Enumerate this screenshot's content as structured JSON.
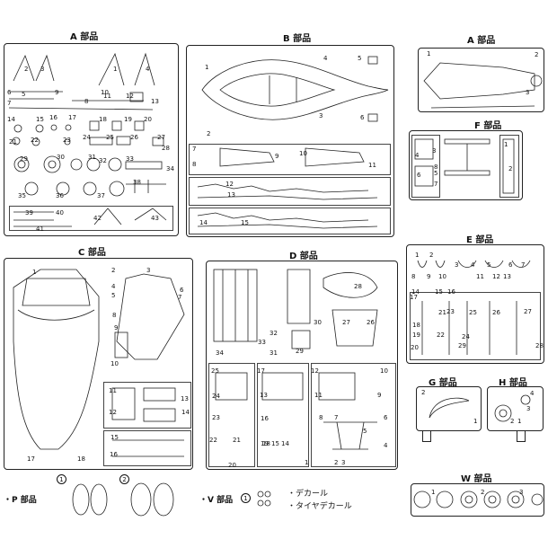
{
  "frames": {
    "a_left": {
      "title": "A 部品"
    },
    "b": {
      "title": "B 部品"
    },
    "a_right": {
      "title": "A 部品"
    },
    "f": {
      "title": "F 部品"
    },
    "c": {
      "title": "C 部品"
    },
    "d": {
      "title": "D 部品"
    },
    "e": {
      "title": "E 部品"
    },
    "g": {
      "title": "G 部品"
    },
    "h": {
      "title": "H 部品"
    },
    "w": {
      "title": "W 部品"
    }
  },
  "a_left_numbers": [
    "2",
    "3",
    "1",
    "4",
    "5",
    "6",
    "7",
    "9",
    "10",
    "8",
    "11",
    "12",
    "13",
    "14",
    "15",
    "16",
    "17",
    "18",
    "19",
    "20",
    "21",
    "22",
    "23",
    "24",
    "25",
    "26",
    "27",
    "28",
    "29",
    "30",
    "31",
    "32",
    "33",
    "34",
    "35",
    "36",
    "37",
    "38",
    "39",
    "40",
    "41",
    "42",
    "43"
  ],
  "b_numbers": [
    "1",
    "2",
    "3",
    "4",
    "5",
    "6",
    "7",
    "8",
    "9",
    "10",
    "11",
    "12",
    "13",
    "14",
    "15"
  ],
  "a_right_numbers": [
    "1",
    "2",
    "3"
  ],
  "f_numbers": [
    "1",
    "2",
    "3",
    "4",
    "5",
    "6",
    "7",
    "8"
  ],
  "c_numbers": [
    "1",
    "2",
    "3",
    "4",
    "5",
    "6",
    "7",
    "8",
    "9",
    "10",
    "11",
    "12",
    "13",
    "14",
    "15",
    "16",
    "17",
    "18"
  ],
  "d_numbers": [
    "28",
    "30",
    "32",
    "33",
    "31",
    "34",
    "27",
    "26",
    "29",
    "25",
    "24",
    "23",
    "22",
    "21",
    "20",
    "19",
    "18",
    "17",
    "16",
    "15",
    "14",
    "13",
    "12",
    "11",
    "10",
    "9",
    "8",
    "7",
    "6",
    "5",
    "4",
    "3",
    "2",
    "1"
  ],
  "e_numbers": [
    "1",
    "2",
    "3",
    "4",
    "5",
    "6",
    "7",
    "8",
    "9",
    "10",
    "11",
    "12",
    "13",
    "14",
    "15",
    "16",
    "17",
    "18",
    "19",
    "20",
    "21",
    "22",
    "23",
    "24",
    "25",
    "26",
    "27",
    "28",
    "29"
  ],
  "g_numbers": [
    "2",
    "1"
  ],
  "h_numbers": [
    "4",
    "3",
    "2",
    "1"
  ],
  "w_numbers": [
    "1",
    "2",
    "3"
  ],
  "p_section": {
    "label": "・P 部品",
    "markers": [
      "1",
      "2"
    ]
  },
  "v_section": {
    "label": "・V 部品",
    "marker": "1",
    "items": [
      "・デカール",
      "・タイヤデカール"
    ]
  }
}
